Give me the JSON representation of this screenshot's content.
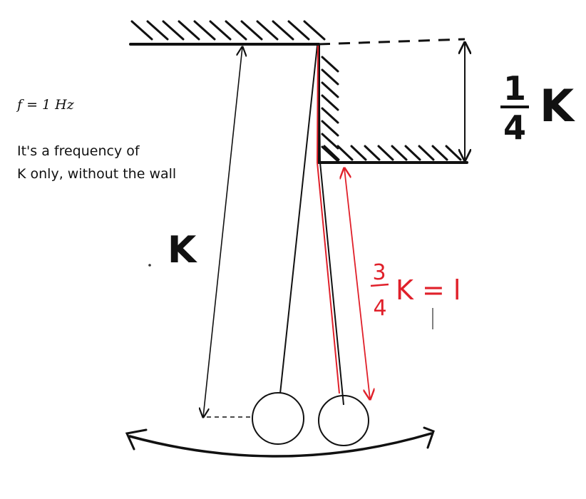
{
  "notes": {
    "formula": "f = 1 Hz",
    "description_line1": "It's a frequency of",
    "description_line2": "K only, without the wall"
  },
  "labels": {
    "upper_fraction_numerator": "1",
    "upper_fraction_denominator": "4",
    "upper_symbol": "K",
    "long_length": "K",
    "red_fraction_numerator": "3",
    "red_fraction_denominator": "4",
    "red_expression": "K = l"
  },
  "colors": {
    "ink": "#111111",
    "red": "#e0202a"
  }
}
